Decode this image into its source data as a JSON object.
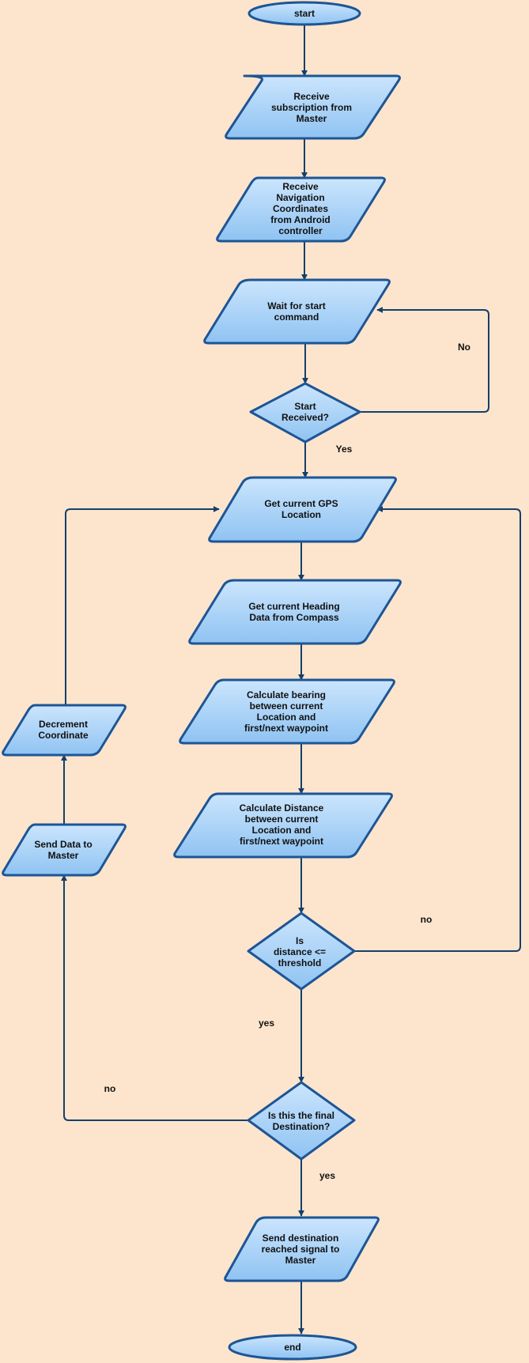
{
  "nodes": {
    "start": [
      "start"
    ],
    "receive_subscription": [
      "Receive",
      "subscription from",
      "Master"
    ],
    "receive_coordinates": [
      "Receive",
      "Navigation",
      "Coordinates",
      "from Android",
      "controller"
    ],
    "wait_start": [
      "Wait for start",
      "command"
    ],
    "start_received": [
      "Start",
      "Received?"
    ],
    "get_gps": [
      "Get current GPS",
      "Location"
    ],
    "get_heading": [
      "Get current Heading",
      "Data from Compass"
    ],
    "calc_bearing": [
      "Calculate bearing",
      "between current",
      "Location and",
      "first/next waypoint"
    ],
    "calc_distance": [
      "Calculate Distance",
      "between current",
      "Location and",
      "first/next waypoint"
    ],
    "distance_check": [
      "Is",
      "distance <=",
      "threshold"
    ],
    "final_check": [
      "Is this the final",
      "Destination?"
    ],
    "send_reached": [
      "Send destination",
      "reached signal to",
      "Master"
    ],
    "end": [
      "end"
    ],
    "send_data": [
      "Send Data to",
      "Master"
    ],
    "decrement": [
      "Decrement",
      "Coordinate"
    ]
  },
  "edge_labels": {
    "start_no": "No",
    "start_yes": "Yes",
    "distance_no": "no",
    "distance_yes": "yes",
    "final_no": "no",
    "final_yes": "yes"
  }
}
